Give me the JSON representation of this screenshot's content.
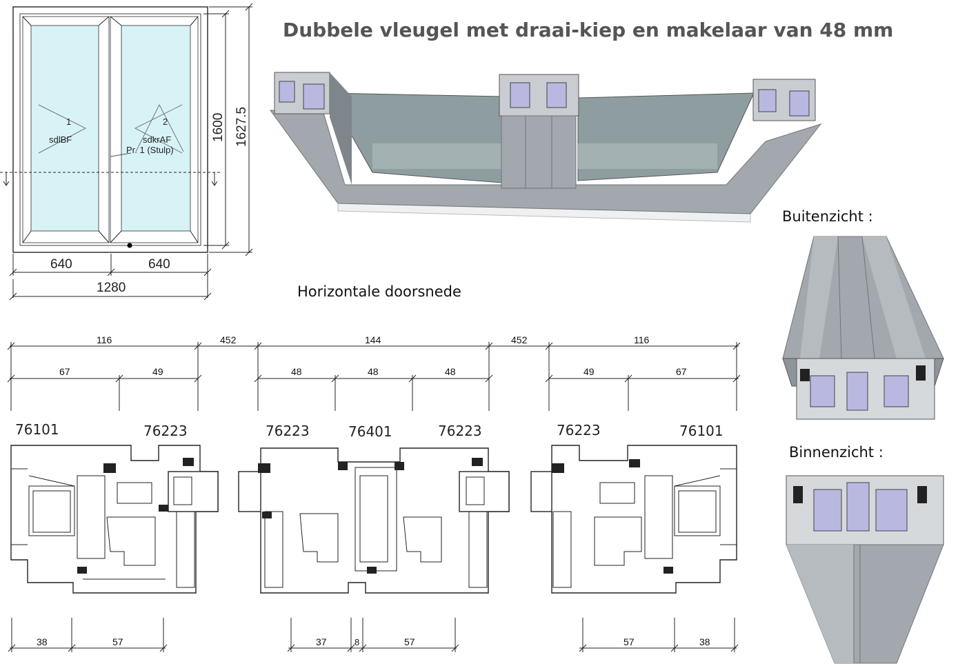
{
  "title": "Dubbele vleugel met draai-kiep en makelaar van 48 mm",
  "section_caption": "Horizontale doorsnede",
  "outside_view_label": "Buitenzicht :",
  "inside_view_label": "Binnenzicht :",
  "elevation": {
    "sash_1": {
      "number": "1",
      "type": "sdlBF"
    },
    "sash_2": {
      "number": "2",
      "type": "sdkrAF"
    },
    "mullion_label": "Pr. 1 (Stulp)",
    "width_left": "640",
    "width_right": "640",
    "width_total": "1280",
    "height_inner": "1600",
    "height_total": "1627.5"
  },
  "top_dimensions": {
    "group_left_total": "116",
    "group_left_a": "67",
    "group_left_b": "49",
    "gap_left": "452",
    "group_mid_total": "144",
    "group_mid_a": "48",
    "group_mid_b": "48",
    "group_mid_c": "48",
    "gap_right": "452",
    "group_right_total": "116",
    "group_right_a": "49",
    "group_right_b": "67"
  },
  "profiles": {
    "left_frame": "76101",
    "left_sash": "76223",
    "mid_sash_left": "76223",
    "mid_mullion": "76401",
    "mid_sash_right": "76223",
    "right_sash": "76223",
    "right_frame": "76101"
  },
  "bottom_dimensions": {
    "left_a": "38",
    "left_b": "57",
    "mid_a": "37",
    "mid_b": "8",
    "mid_c": "57",
    "right_a": "57",
    "right_b": "38"
  },
  "colors": {
    "glass": "#d8f3f6",
    "aluminium": "#9ea4a8",
    "aluminium_dark": "#6f757a",
    "glass_3d": "#8e9ea0",
    "gasket": "#b9b8e0",
    "title": "#555555"
  }
}
